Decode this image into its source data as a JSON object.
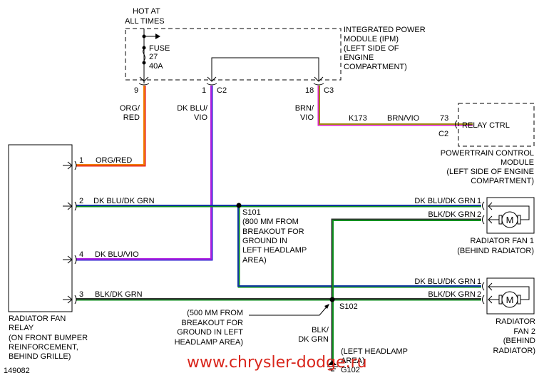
{
  "figure_id": "149082",
  "watermark": "www.chrysler-dodge.ru",
  "wire_colors": {
    "org_red": [
      "#f07d00",
      "#e8201c"
    ],
    "dk_blu_vio": [
      "#8a2be2",
      "#3a2ad0"
    ],
    "brn_vio": [
      "#a08a10",
      "#e020d0"
    ],
    "dk_blu_dk_grn": [
      "#1038a0",
      "#109020"
    ],
    "blk_dk_grn": [
      "#303030",
      "#109020"
    ]
  },
  "ipm": {
    "hot_label": [
      "HOT AT",
      "ALL TIMES"
    ],
    "fuse_label": [
      "FUSE",
      "27",
      "40A"
    ],
    "name_lines": [
      "INTEGRATED POWER",
      "MODULE (IPM)",
      "(LEFT SIDE OF",
      "ENGINE",
      "COMPARTMENT)"
    ],
    "pins": [
      {
        "pin": "9",
        "connector": ""
      },
      {
        "pin": "1",
        "connector": "C2"
      },
      {
        "pin": "18",
        "connector": "C3"
      }
    ]
  },
  "vertical_wire_labels": {
    "org_red": [
      "ORG/",
      "RED"
    ],
    "dk_blu_vio": [
      "DK BLU/",
      "VIO"
    ],
    "brn_vio": [
      "BRN/",
      "VIO"
    ]
  },
  "pcm": {
    "circuit": "K173",
    "wire": "BRN/VIO",
    "pin": "73",
    "connector": "C2",
    "function": "RELAY CTRL",
    "name_lines": [
      "POWERTRAIN CONTROL",
      "MODULE",
      "(LEFT SIDE OF ENGINE",
      "COMPARTMENT)"
    ]
  },
  "relay": {
    "name_lines": [
      "RADIATOR FAN",
      "RELAY",
      "(ON FRONT BUMPER",
      "REINFORCEMENT,",
      "BEHIND GRILLE)"
    ],
    "pins": [
      {
        "pin": "1",
        "wire": "ORG/RED"
      },
      {
        "pin": "2",
        "wire": "DK BLU/DK GRN"
      },
      {
        "pin": "4",
        "wire": "DK BLU/VIO"
      },
      {
        "pin": "3",
        "wire": "BLK/DK GRN"
      }
    ]
  },
  "splice_s101": {
    "name": "S101",
    "note_lines": [
      "(800 MM FROM",
      "BREAKOUT FOR",
      "GROUND IN",
      "LEFT HEADLAMP",
      "AREA)"
    ]
  },
  "splice_s102": {
    "name": "S102",
    "note_lines": [
      "(500 MM FROM",
      "BREAKOUT FOR",
      "GROUND IN LEFT",
      "HEADLAMP AREA)"
    ],
    "drop_wire": [
      "BLK/",
      "DK GRN"
    ]
  },
  "ground_g102": {
    "name": "G102",
    "location_lines": [
      "(LEFT HEADLAMP",
      "AREA)"
    ]
  },
  "fan1": {
    "motor_symbol": "M",
    "name_lines": [
      "RADIATOR FAN 1",
      "(BEHIND RADIATOR)"
    ],
    "pins": [
      {
        "pin": "1",
        "wire": "DK BLU/DK GRN"
      },
      {
        "pin": "2",
        "wire": "BLK/DK GRN"
      }
    ]
  },
  "fan2": {
    "motor_symbol": "M",
    "name_lines": [
      "RADIATOR",
      "FAN 2",
      "(BEHIND",
      "RADIATOR)"
    ],
    "pins": [
      {
        "pin": "1",
        "wire": "DK BLU/DK GRN"
      },
      {
        "pin": "2",
        "wire": "BLK/DK GRN"
      }
    ]
  }
}
